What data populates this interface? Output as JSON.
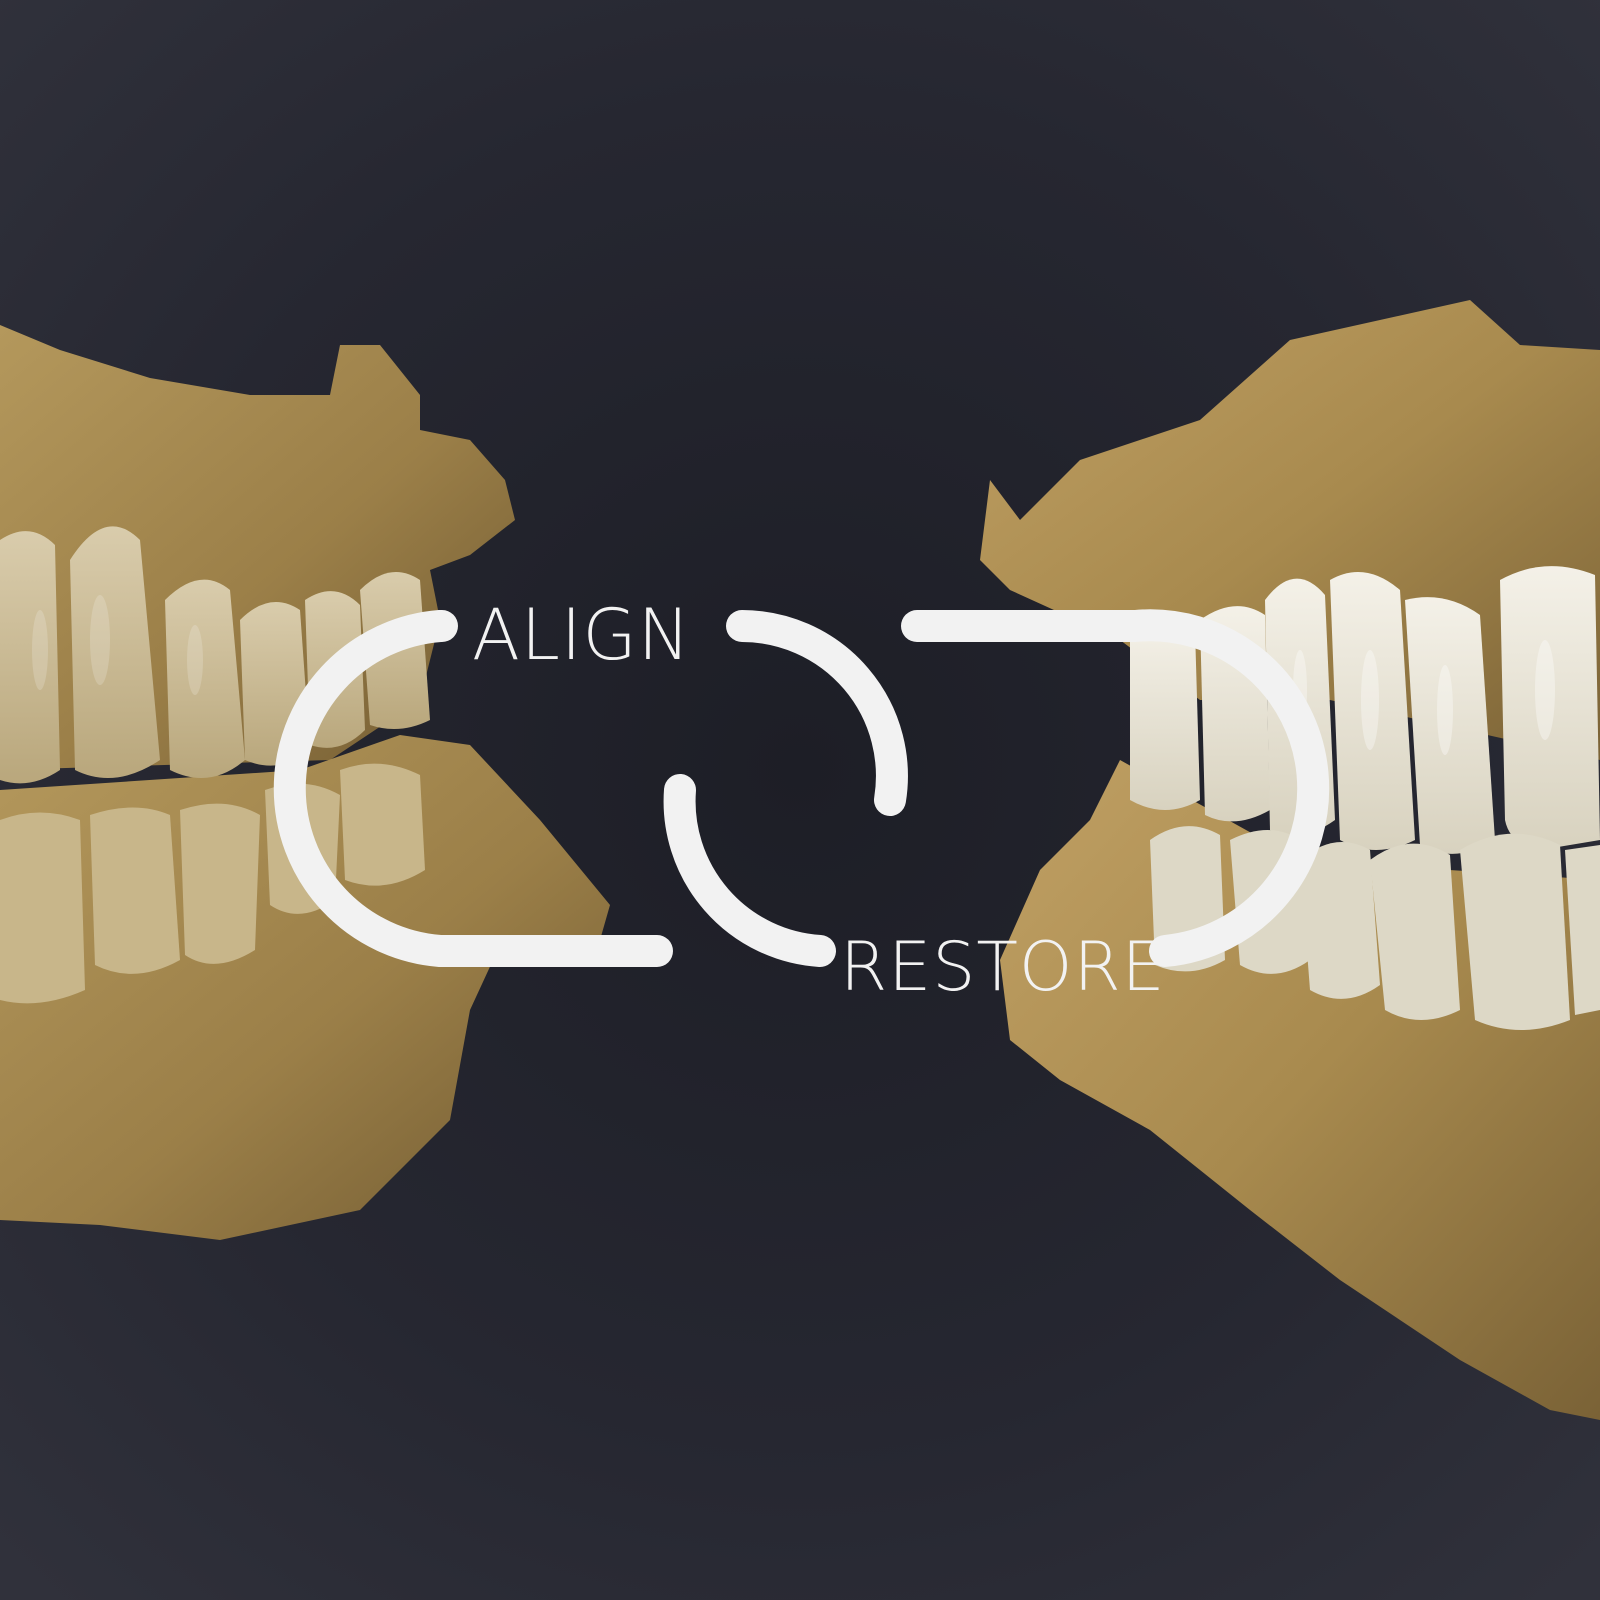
{
  "scene": {
    "description_free": true,
    "background_color": "#25262f",
    "gum_color": "#a88a4e",
    "tooth_color": "#e7e2d2"
  },
  "logo": {
    "word_top": "ALIGN",
    "word_bottom": "RESTORE",
    "stroke_color": "#f2f2f2"
  },
  "icons": {
    "left_model": "dental-model-before-icon",
    "right_model": "dental-model-after-icon",
    "logo_mark": "align-restore-logo-mark"
  }
}
